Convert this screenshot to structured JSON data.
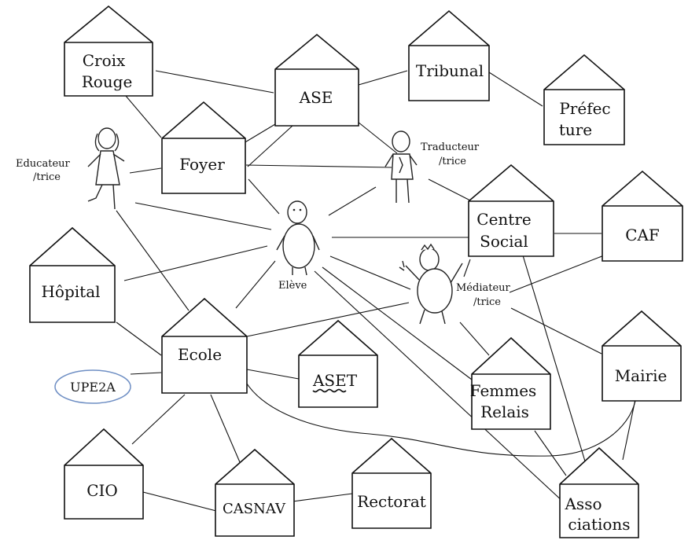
{
  "houses": {
    "croix_rouge": [
      "Croix",
      "Rouge"
    ],
    "ase": [
      "ASE"
    ],
    "tribunal": [
      "Tribunal"
    ],
    "prefecture": [
      "Préfec",
      "ture"
    ],
    "foyer": [
      "Foyer"
    ],
    "centre_social": [
      "Centre",
      "Social"
    ],
    "caf": [
      "CAF"
    ],
    "hopital": [
      "Hôpital"
    ],
    "ecole": [
      "Ecole"
    ],
    "aset": [
      "ASET"
    ],
    "femmes_relais": [
      "Femmes",
      "Relais"
    ],
    "mairie": [
      "Mairie"
    ],
    "cio": [
      "CIO"
    ],
    "casnav": [
      "CASNAV"
    ],
    "rectorat": [
      "Rectorat"
    ],
    "associations": [
      "Asso",
      "ciations"
    ]
  },
  "figures": {
    "educateur": [
      "Educateur",
      "/trice"
    ],
    "traducteur": [
      "Traducteur",
      "/trice"
    ],
    "eleve": [
      "Elève"
    ],
    "mediateur": [
      "Médiateur",
      "/trice"
    ]
  },
  "oval": {
    "upe2a": "UPE2A",
    "color": "#6f8fc4"
  }
}
